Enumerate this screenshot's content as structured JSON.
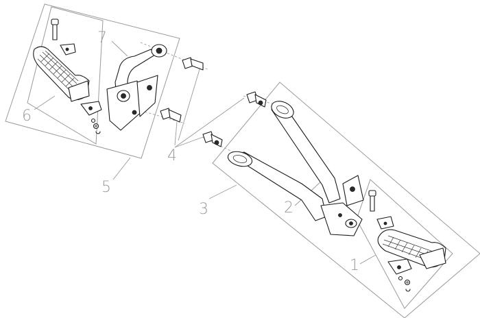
{
  "callouts": [
    {
      "id": "1",
      "text": "1"
    },
    {
      "id": "2",
      "text": "2"
    },
    {
      "id": "3",
      "text": "3"
    },
    {
      "id": "4",
      "text": "4"
    },
    {
      "id": "5",
      "text": "5"
    },
    {
      "id": "6",
      "text": "6"
    },
    {
      "id": "7",
      "text": "7"
    }
  ],
  "colors": {
    "line_art": "#1a1a1a",
    "frame": "#9a9a9a",
    "background": "#ffffff"
  }
}
